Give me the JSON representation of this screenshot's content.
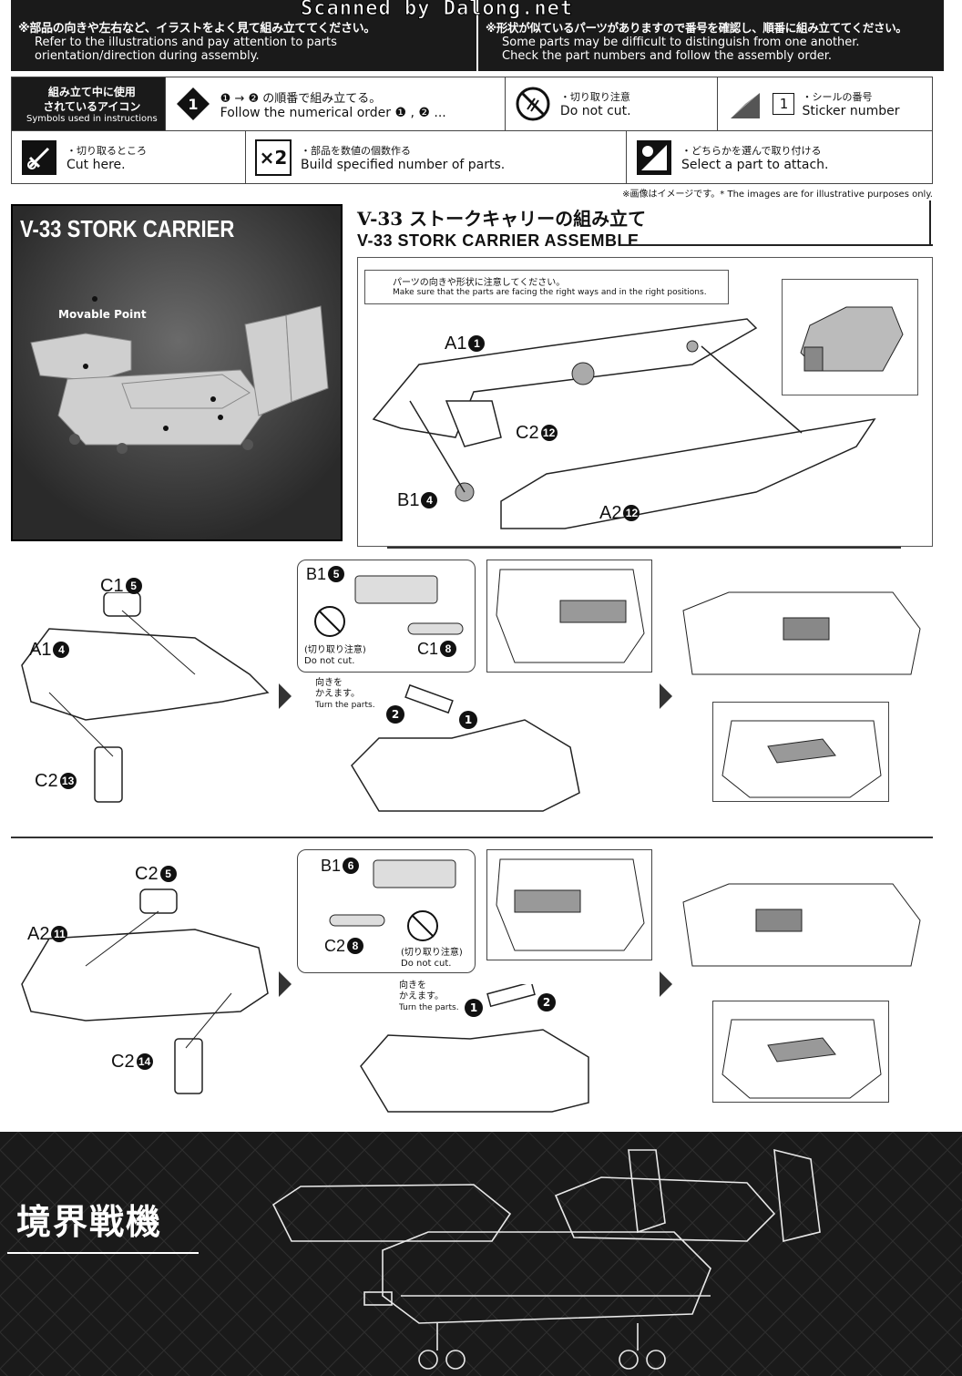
{
  "watermark": "Scanned by Dalong.net",
  "top_notice": {
    "left_jp": "※部品の向きや左右など、イラストをよく見て組み立ててください。",
    "left_en_1": "Refer to the illustrations and pay attention to parts",
    "left_en_2": "orientation/direction during assembly.",
    "right_jp": "※形状が似ているパーツがありますので番号を確認し、順番に組み立ててください。",
    "right_en_1": "Some parts may be difficult to distinguish from one another.",
    "right_en_2": "Check the part numbers and follow the assembly order."
  },
  "legend": {
    "head_jp_1": "組み立て中に使用",
    "head_jp_2": "されているアイコン",
    "head_en": "Symbols used in instructions",
    "numerical_jp": "❶ → ❷ の順番で組み立てる。",
    "numerical_en": "Follow the numerical order ❶ , ❷ ...",
    "donotcut_jp": "・切り取り注意",
    "donotcut_en": "Do not cut.",
    "sticker_jp": "・シールの番号",
    "sticker_en": "Sticker number",
    "sticker_num": "1",
    "cut_jp": "・切り取るところ",
    "cut_en": "Cut here.",
    "multiple_jp": "・部品を数値の個数作る",
    "multiple_en": "Build specified number of parts.",
    "multiple_num": "×2",
    "select_jp": "・どちらかを選んで取り付ける",
    "select_en": "Select a part to attach."
  },
  "image_note": "※画像はイメージです。* The images are for illustrative purposes only.",
  "preview": {
    "title": "V-33 STORK CARRIER",
    "movable": "Movable Point"
  },
  "section": {
    "title_jp": "V-33 ストークキャリーの組み立て",
    "title_en": "V-33 STORK CARRIER ASSEMBLE"
  },
  "step1": {
    "warn_jp": "パーツの向きや形状に注意してください。",
    "warn_en": "Make sure that the parts are facing the right ways and in the right positions.",
    "parts": [
      {
        "part": "A1",
        "num": "1"
      },
      {
        "part": "C2",
        "num": "12"
      },
      {
        "part": "B1",
        "num": "4"
      },
      {
        "part": "A2",
        "num": "12"
      }
    ]
  },
  "step2": {
    "parts": [
      {
        "part": "C1",
        "num": "5"
      },
      {
        "part": "A1",
        "num": "4"
      },
      {
        "part": "C2",
        "num": "13"
      },
      {
        "part": "B1",
        "num": "5"
      },
      {
        "part": "C1",
        "num": "8"
      }
    ],
    "donotcut_jp": "(切り取り注意)",
    "donotcut_en": "Do not cut.",
    "turn_jp_1": "向きを",
    "turn_jp_2": "かえます。",
    "turn_en": "Turn the parts."
  },
  "step3": {
    "parts": [
      {
        "part": "C2",
        "num": "5"
      },
      {
        "part": "A2",
        "num": "11"
      },
      {
        "part": "C2",
        "num": "14"
      },
      {
        "part": "B1",
        "num": "6"
      },
      {
        "part": "C2",
        "num": "8"
      }
    ],
    "donotcut_jp": "(切り取り注意)",
    "donotcut_en": "Do not cut.",
    "turn_jp_1": "向きを",
    "turn_jp_2": "かえます。",
    "turn_en": "Turn the parts."
  },
  "footer": {
    "logo": "境界戦機"
  },
  "colors": {
    "dark": "#1a1a1a",
    "line": "#444444"
  }
}
